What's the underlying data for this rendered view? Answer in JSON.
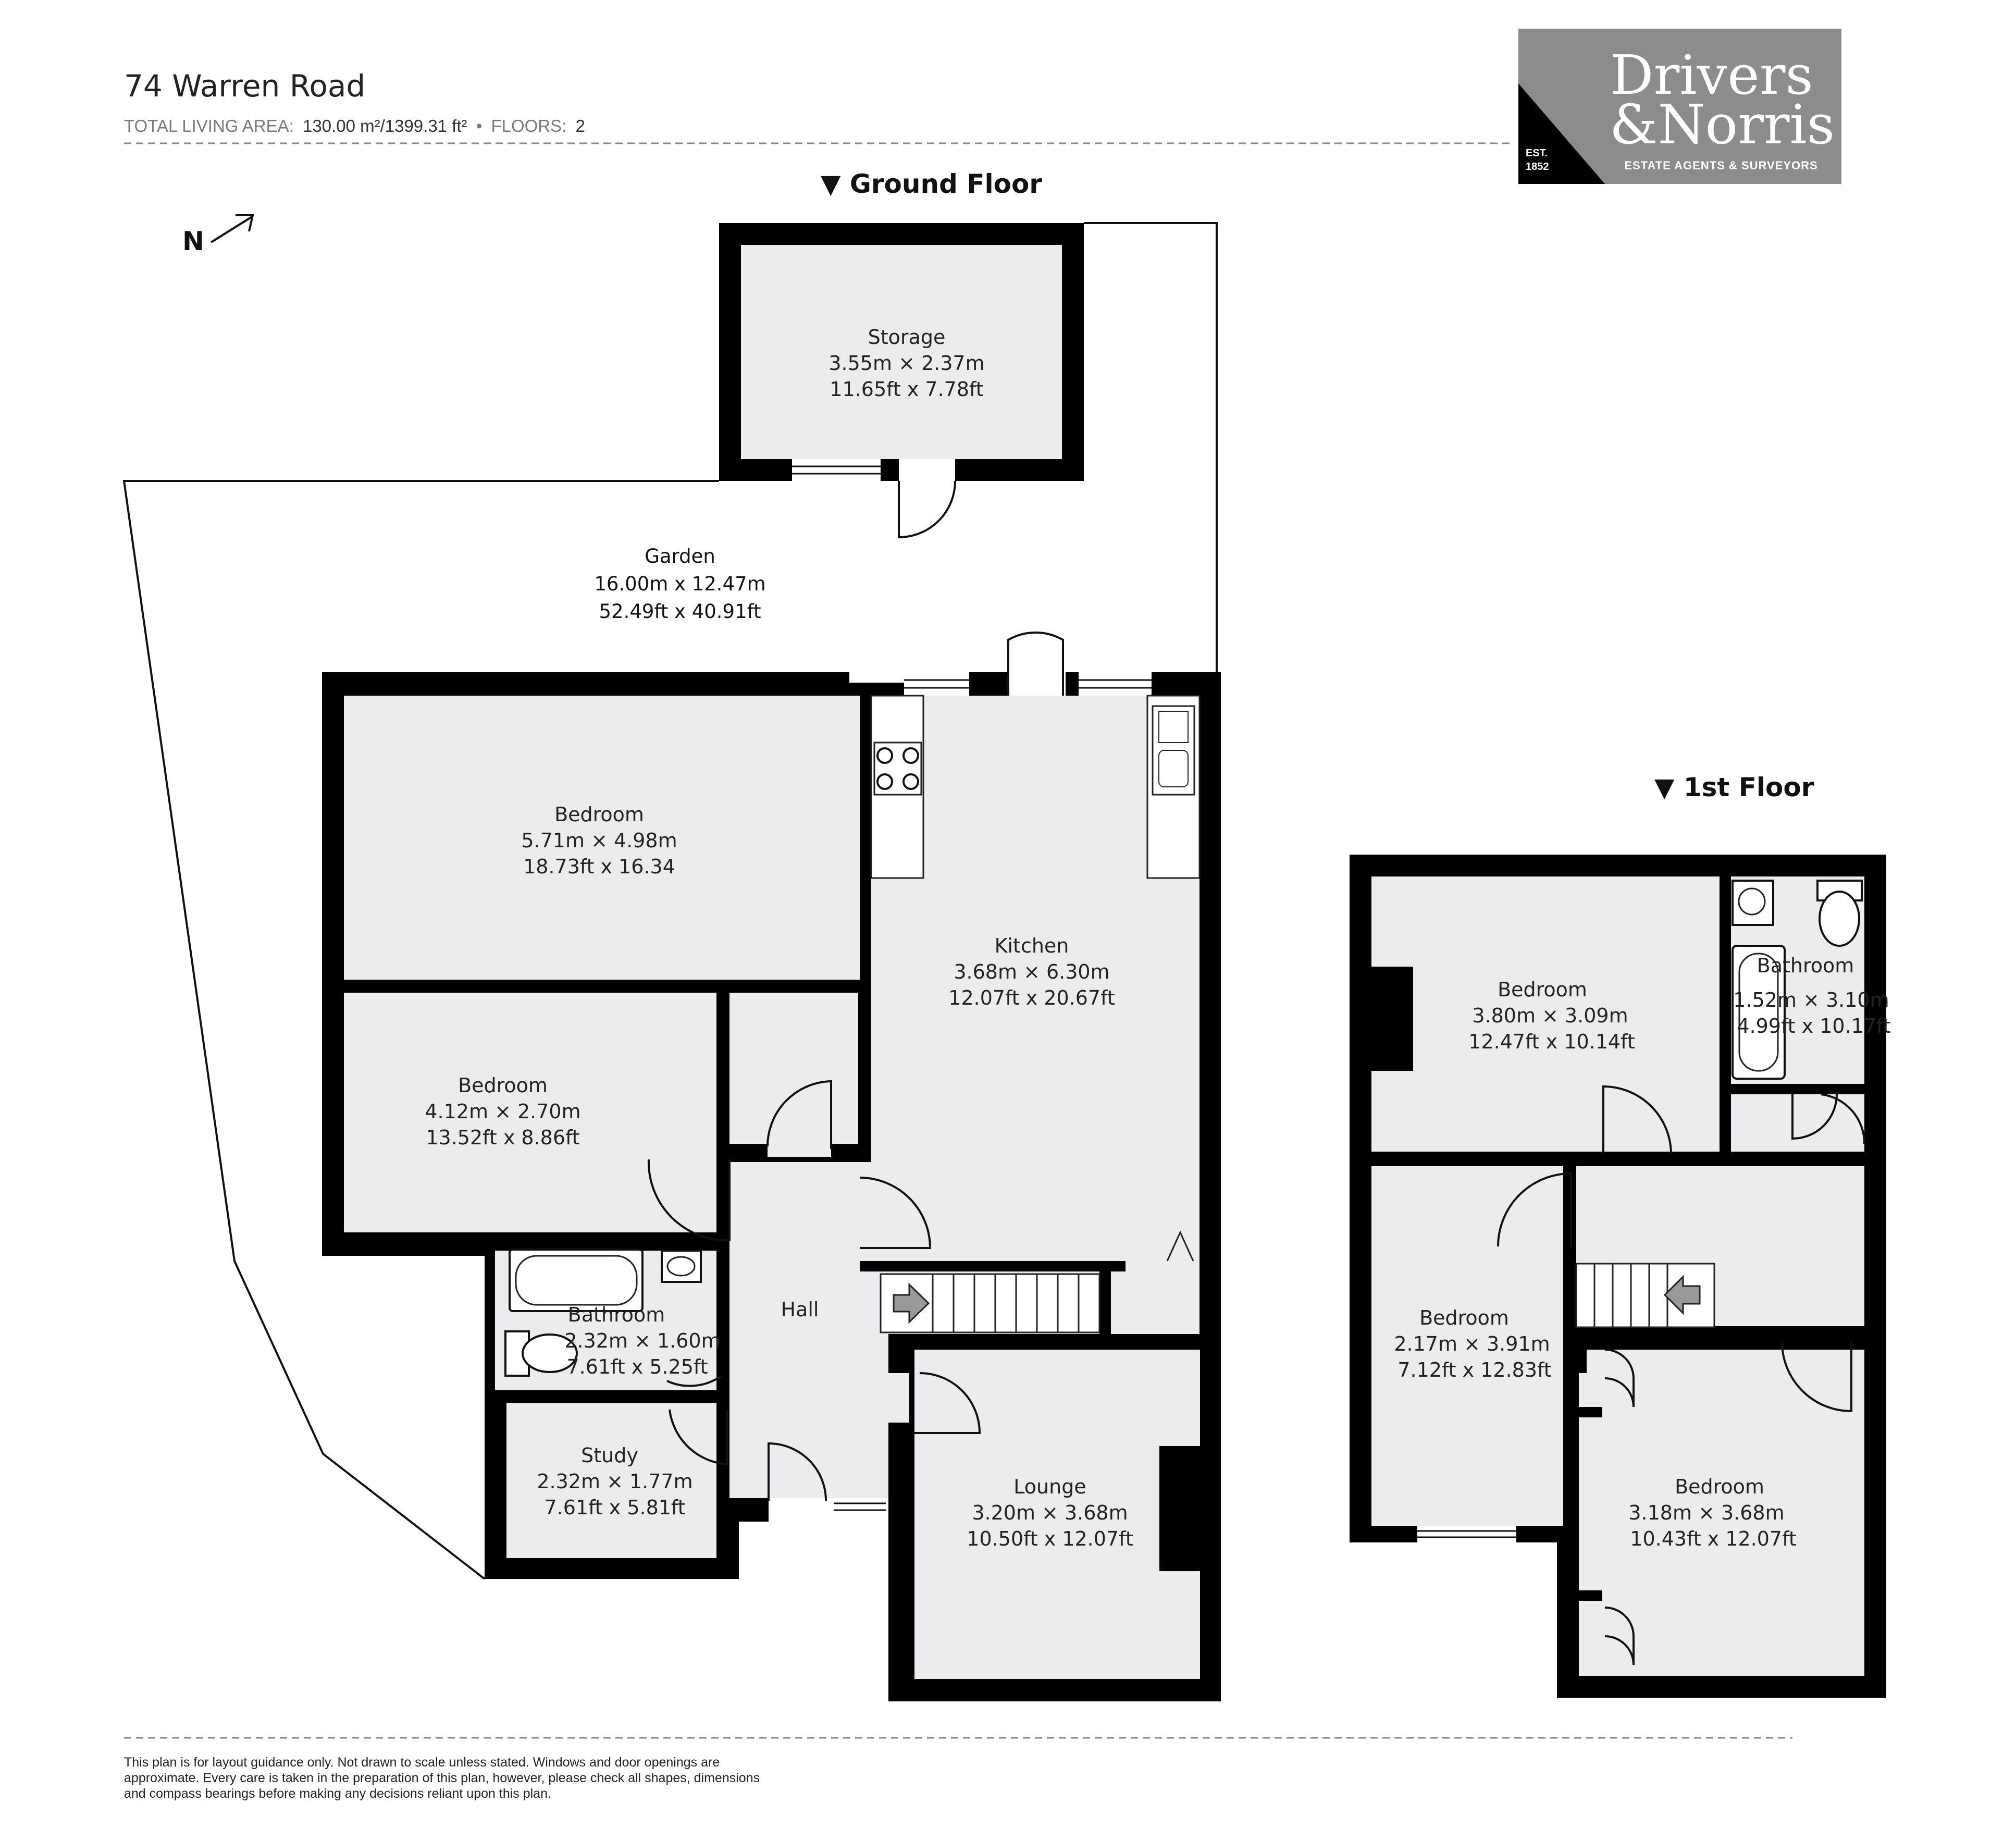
{
  "header": {
    "title": "74 Warren Road",
    "area_label": "TOTAL LIVING AREA:",
    "area_value": "130.00 m²/1399.31 ft²",
    "separator": "•",
    "floors_label": "FLOORS:",
    "floors_value": "2"
  },
  "logo": {
    "line1": "Drivers",
    "line2": "&Norris",
    "tagline": "ESTATE AGENTS & SURVEYORS",
    "est_label": "EST.",
    "est_year": "1852"
  },
  "compass": {
    "label": "N"
  },
  "ground_floor": {
    "heading": "▼  Ground Floor",
    "rooms": {
      "storage": {
        "name": "Storage",
        "metric": "3.55m × 2.37m",
        "imperial": "11.65ft x 7.78ft"
      },
      "garden": {
        "name": "Garden",
        "metric": "16.00m x 12.47m",
        "imperial": "52.49ft x 40.91ft"
      },
      "bedroom_large": {
        "name": "Bedroom",
        "metric": "5.71m × 4.98m",
        "imperial": "18.73ft x 16.34"
      },
      "kitchen": {
        "name": "Kitchen",
        "metric": "3.68m × 6.30m",
        "imperial": "12.07ft x 20.67ft"
      },
      "bedroom_small": {
        "name": "Bedroom",
        "metric": "4.12m × 2.70m",
        "imperial": "13.52ft x 8.86ft"
      },
      "bathroom": {
        "name": "Bathroom",
        "metric": "2.32m × 1.60m",
        "imperial": "7.61ft x 5.25ft"
      },
      "hall": {
        "name": "Hall"
      },
      "study": {
        "name": "Study",
        "metric": "2.32m × 1.77m",
        "imperial": "7.61ft x 5.81ft"
      },
      "lounge": {
        "name": "Lounge",
        "metric": "3.20m × 3.68m",
        "imperial": "10.50ft x 12.07ft"
      }
    }
  },
  "first_floor": {
    "heading": "▼  1st Floor",
    "rooms": {
      "bedroom_a": {
        "name": "Bedroom",
        "metric": "3.80m × 3.09m",
        "imperial": "12.47ft x 10.14ft"
      },
      "bathroom": {
        "name": "Bathroom",
        "metric": "1.52m × 3.10m",
        "imperial": "4.99ft x 10.17ft"
      },
      "bedroom_b": {
        "name": "Bedroom",
        "metric": "2.17m × 3.91m",
        "imperial": "7.12ft x 12.83ft"
      },
      "bedroom_c": {
        "name": "Bedroom",
        "metric": "3.18m × 3.68m",
        "imperial": "10.43ft x 12.07ft"
      }
    }
  },
  "disclaimer": [
    "This plan is for layout guidance only. Not drawn to scale unless stated. Windows and door openings are",
    "approximate. Every care is taken in the preparation of this plan, however, please check all shapes, dimensions",
    "and compass bearings before making any decisions reliant upon this plan."
  ],
  "colors": {
    "room_fill": "#ececef",
    "wall": "#000000",
    "logo_bg": "#8c8c8f"
  }
}
